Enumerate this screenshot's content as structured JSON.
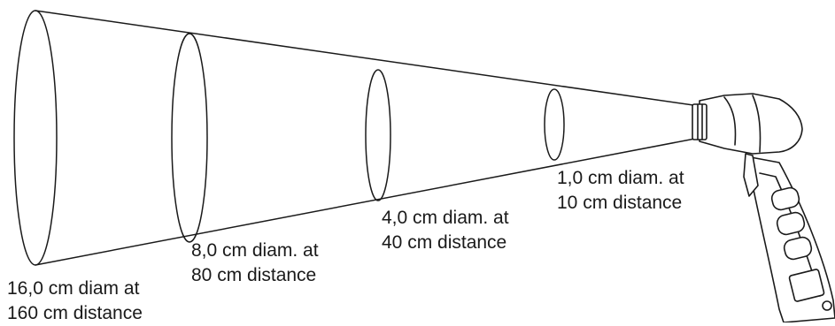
{
  "diagram": {
    "spots": [
      {
        "line1": "1,0 cm diam. at",
        "line2": "10 cm distance"
      },
      {
        "line1": "4,0 cm diam. at",
        "line2": "40 cm distance"
      },
      {
        "line1": "8,0 cm diam. at",
        "line2": "80 cm distance"
      },
      {
        "line1": "16,0 cm diam at",
        "line2": "160 cm distance"
      }
    ],
    "colors": {
      "stroke": "#1a1a1a",
      "background": "#ffffff"
    },
    "device_icon": "infrared-thermometer-icon"
  }
}
